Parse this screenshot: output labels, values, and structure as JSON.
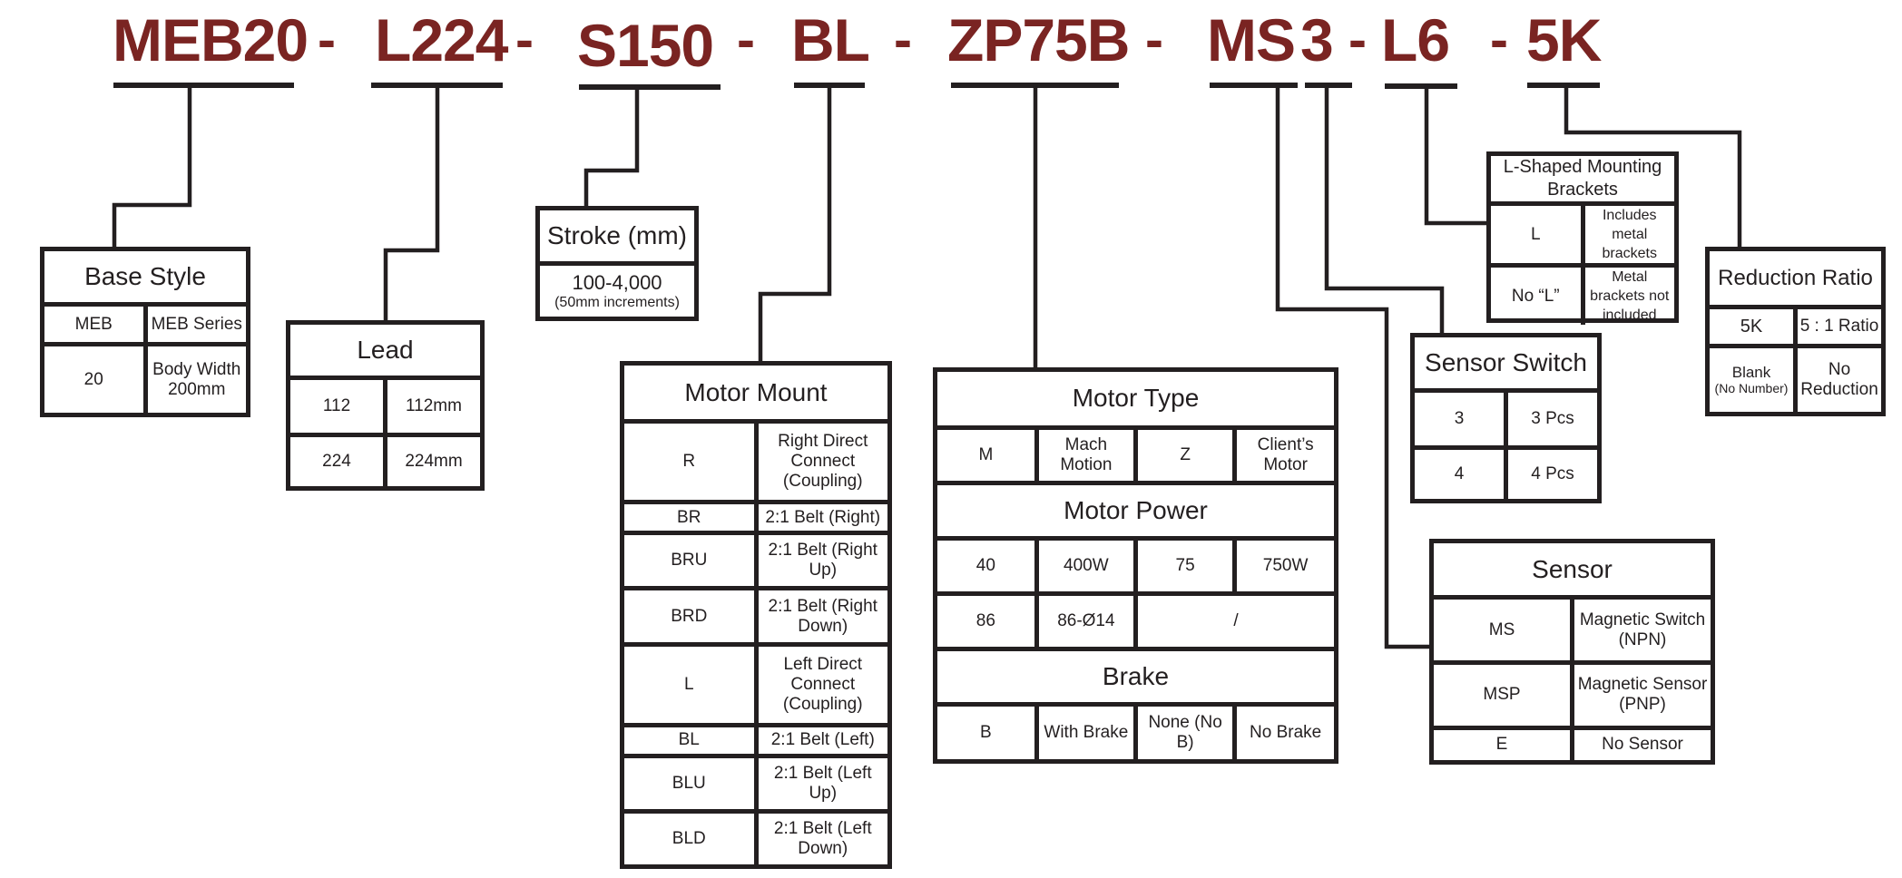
{
  "part_number": {
    "codes": [
      "MEB20",
      "L224",
      "S150",
      "BL",
      "ZP75B",
      "MS",
      "3",
      "L6",
      "5K"
    ],
    "separator": "-"
  },
  "brand_color": "#7a2422",
  "line_color": "#231f20",
  "tables": {
    "base_style": {
      "title": "Base Style",
      "rows": [
        {
          "code": "MEB",
          "desc": "MEB Series"
        },
        {
          "code": "20",
          "desc": "Body Width 200mm"
        }
      ]
    },
    "lead": {
      "title": "Lead",
      "rows": [
        {
          "code": "112",
          "desc": "112mm"
        },
        {
          "code": "224",
          "desc": "224mm"
        }
      ]
    },
    "stroke": {
      "title": "Stroke (mm)",
      "range": "100-4,000",
      "note": "(50mm increments)"
    },
    "motor_mount": {
      "title": "Motor Mount",
      "rows": [
        {
          "code": "R",
          "desc": "Right Direct Connect (Coupling)"
        },
        {
          "code": "BR",
          "desc": "2:1 Belt (Right)"
        },
        {
          "code": "BRU",
          "desc": "2:1 Belt (Right Up)"
        },
        {
          "code": "BRD",
          "desc": "2:1 Belt (Right Down)"
        },
        {
          "code": "L",
          "desc": "Left Direct Connect (Coupling)"
        },
        {
          "code": "BL",
          "desc": "2:1 Belt (Left)"
        },
        {
          "code": "BLU",
          "desc": "2:1 Belt (Left Up)"
        },
        {
          "code": "BLD",
          "desc": "2:1 Belt (Left Down)"
        }
      ]
    },
    "motor_type": {
      "title": "Motor Type",
      "row": [
        {
          "code": "M",
          "desc": "Mach Motion"
        },
        {
          "code": "Z",
          "desc": "Client’s Motor"
        }
      ],
      "power_title": "Motor Power",
      "power_rows": [
        [
          {
            "code": "40",
            "desc": "400W"
          },
          {
            "code": "75",
            "desc": "750W"
          }
        ],
        [
          {
            "code": "86",
            "desc": "86-Ø14"
          },
          {
            "code": "",
            "desc": "/"
          }
        ]
      ],
      "brake_title": "Brake",
      "brake_row": [
        {
          "code": "B",
          "desc": "With Brake"
        },
        {
          "code": "None (No B)",
          "desc": "No Brake"
        }
      ]
    },
    "sensor_switch": {
      "title": "Sensor Switch",
      "rows": [
        {
          "code": "3",
          "desc": "3 Pcs"
        },
        {
          "code": "4",
          "desc": "4 Pcs"
        }
      ]
    },
    "l_brackets": {
      "title": "L-Shaped Mounting Brackets",
      "rows": [
        {
          "code": "L",
          "desc": "Includes metal brackets"
        },
        {
          "code": "No “L”",
          "desc": "Metal brackets not included"
        }
      ]
    },
    "reduction": {
      "title": "Reduction Ratio",
      "rows": [
        {
          "code": "5K",
          "desc": "5 : 1 Ratio"
        },
        {
          "code": "Blank",
          "code_note": "(No Number)",
          "desc": "No Reduction"
        }
      ]
    },
    "sensor": {
      "title": "Sensor",
      "rows": [
        {
          "code": "MS",
          "desc": "Magnetic Switch (NPN)"
        },
        {
          "code": "MSP",
          "desc": "Magnetic Sensor (PNP)"
        },
        {
          "code": "E",
          "desc": "No Sensor"
        }
      ]
    }
  }
}
